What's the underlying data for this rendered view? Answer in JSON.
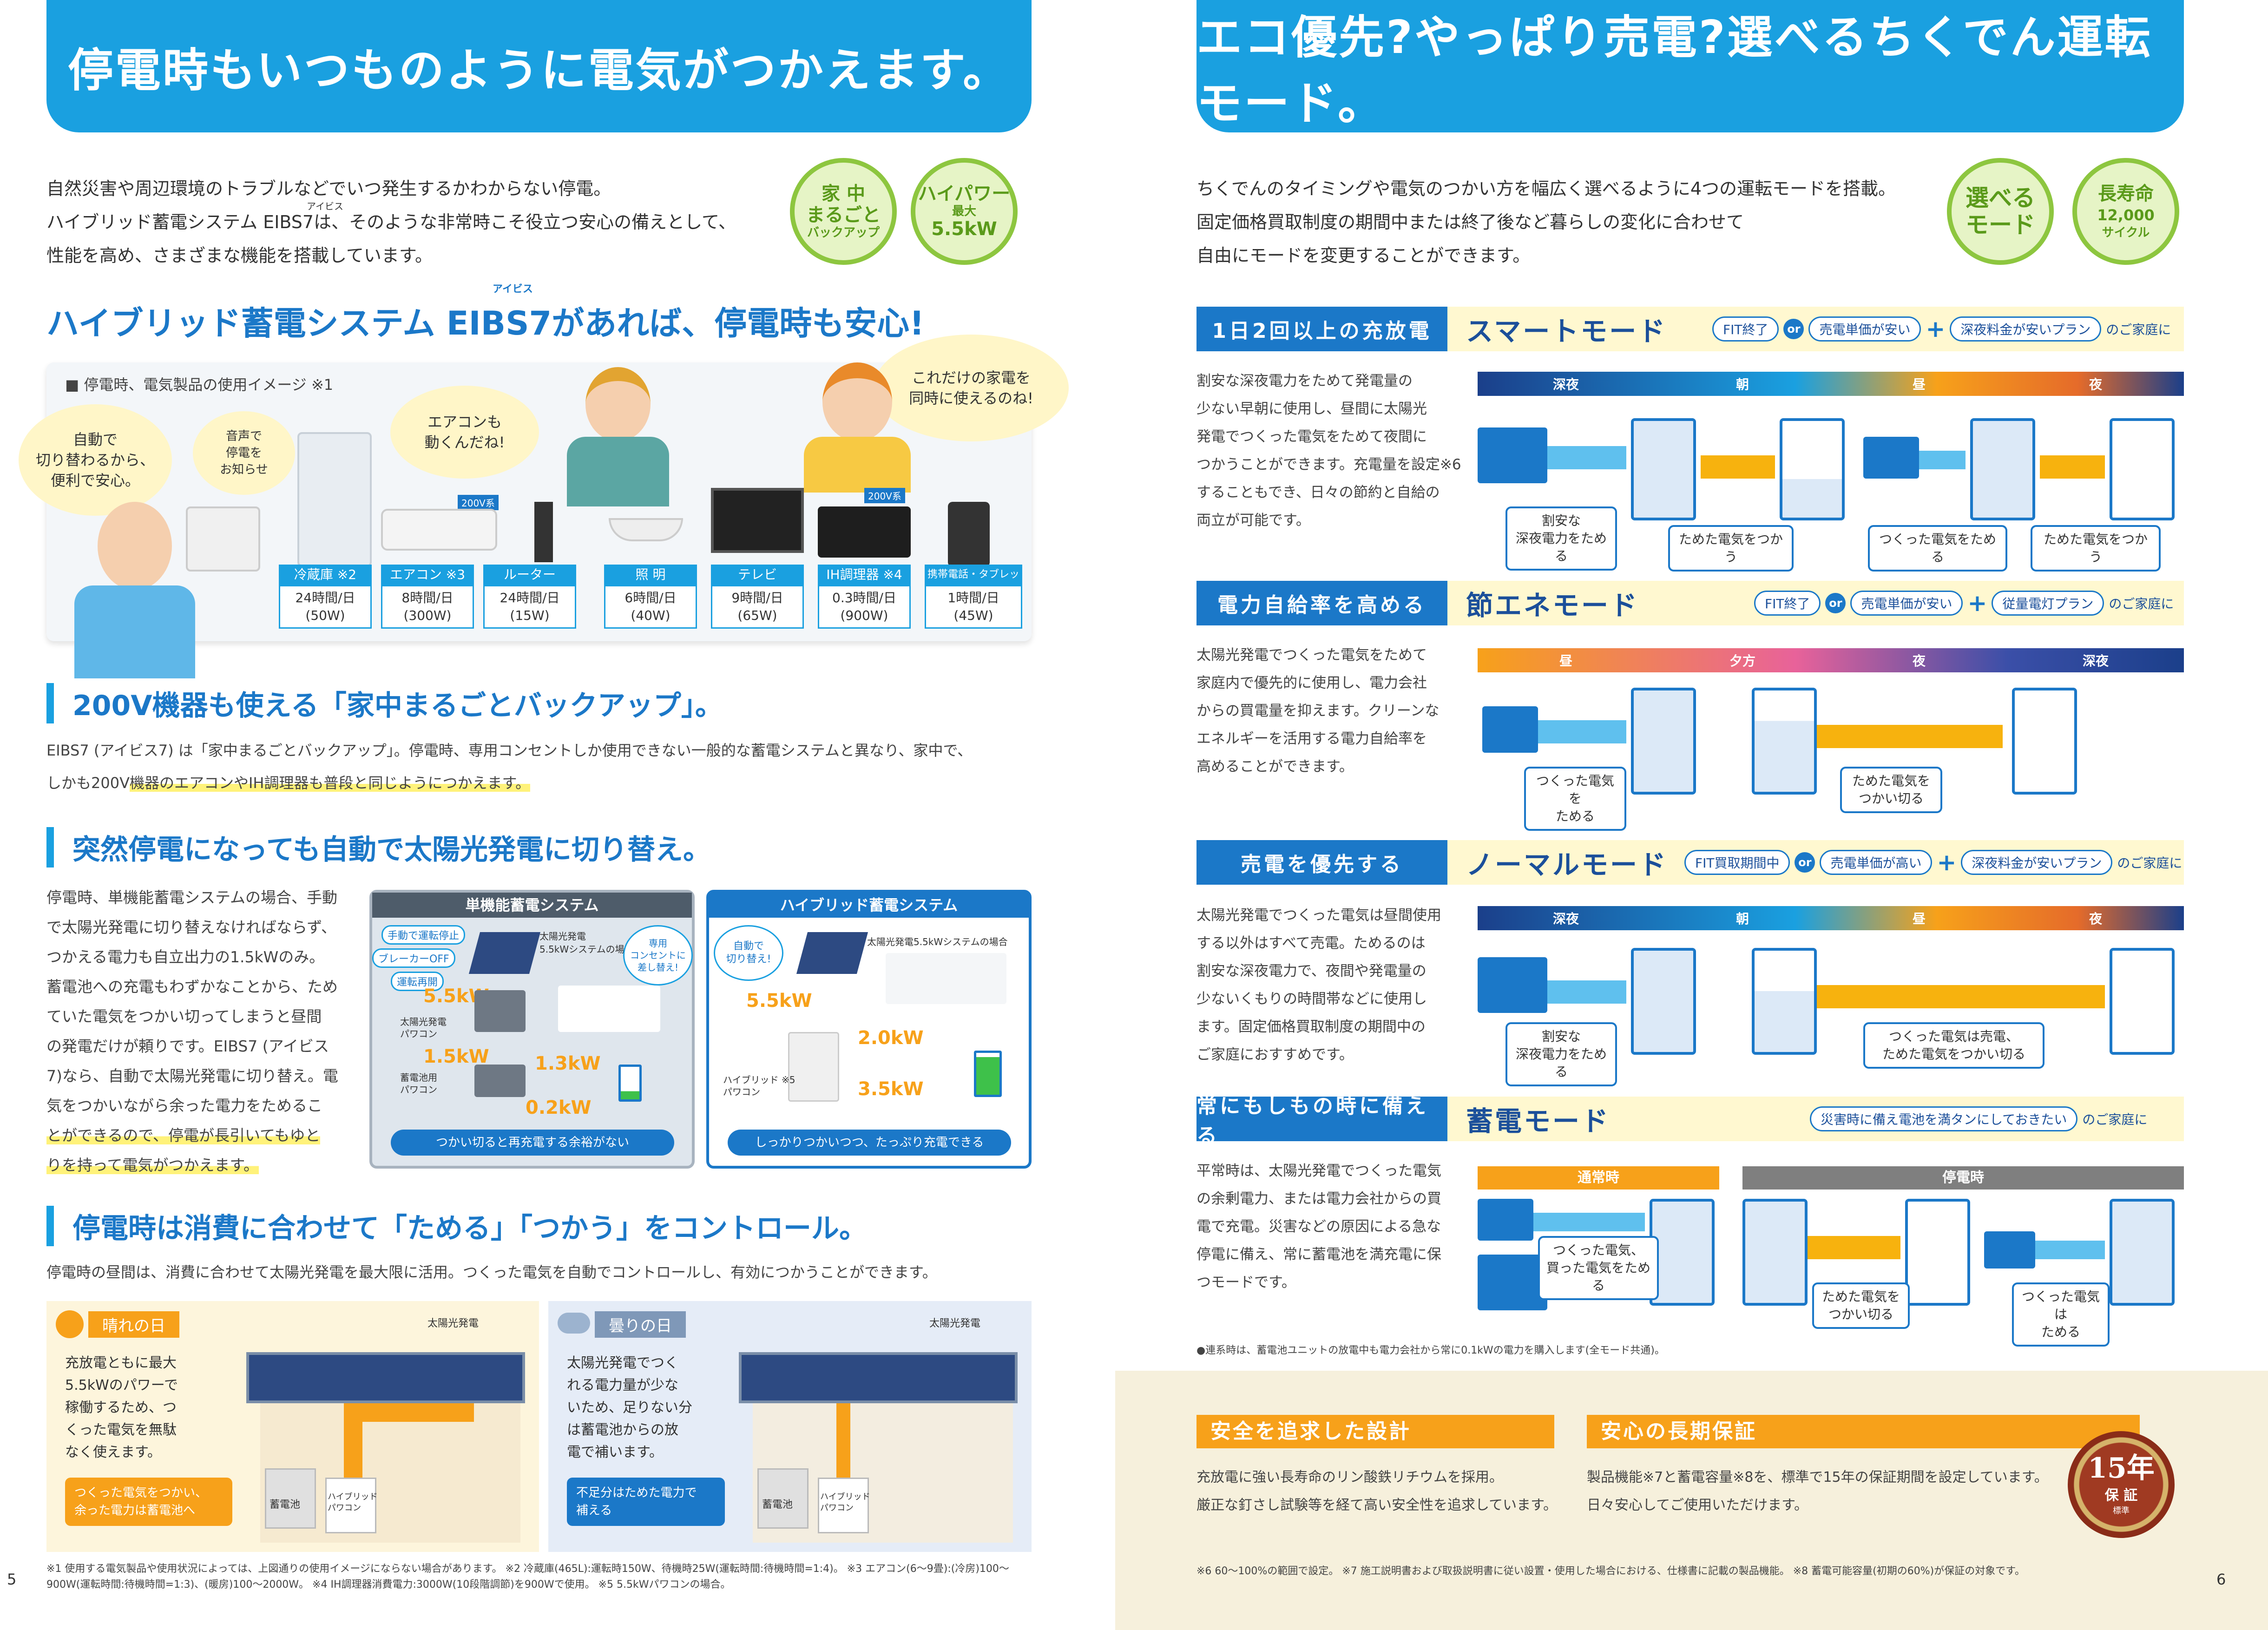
{
  "left": {
    "title": "停電時もいつものように電気がつかえます。",
    "intro": [
      "自然災害や周辺環境のトラブルなどでいつ発生するかわからない停電。",
      "ハイブリッド蓄電システム EIBS7は、そのような非常時こそ役立つ安心の備えとして、",
      "性能を高め、さまざまな機能を搭載しています。"
    ],
    "intro_ruby": "アイビス",
    "badges": [
      {
        "line1": "家 中",
        "line2": "まるごと",
        "line3": "バックアップ"
      },
      {
        "line1": "ハイパワー",
        "line2": "最大",
        "line3": "5.5kW"
      }
    ],
    "headline": "ハイブリッド蓄電システム EIBS7があれば、停電時も安心!",
    "headline_ruby": "アイビス",
    "image_caption": "■ 停電時、電気製品の使用イメージ ※1",
    "bubbles": [
      "自動で\n切り替わるから、\n便利で安心。",
      "音声で\n停電を\nお知らせ",
      "エアコンも\n動くんだね!",
      "これだけの家電を\n同時に使えるのね!"
    ],
    "tag_200v": "200V系",
    "devices": [
      {
        "name": "冷蔵庫 ※2",
        "hours": "24時間/日",
        "watts": "(50W)"
      },
      {
        "name": "エアコン ※3",
        "hours": "8時間/日",
        "watts": "(300W)"
      },
      {
        "name": "ルーター",
        "hours": "24時間/日",
        "watts": "(15W)"
      },
      {
        "name": "照 明",
        "hours": "6時間/日",
        "watts": "(40W)"
      },
      {
        "name": "テレビ",
        "hours": "9時間/日",
        "watts": "(65W)"
      },
      {
        "name": "IH調理器 ※4",
        "hours": "0.3時間/日",
        "watts": "(900W)"
      },
      {
        "name": "携帯電話・タブレット",
        "hours": "1時間/日",
        "watts": "(45W)"
      }
    ],
    "sec1": {
      "heading": "200V機器も使える「家中まるごとバックアップ」。",
      "text1": "EIBS7 (アイビス7) は「家中まるごとバックアップ」。停電時、専用コンセントしか使用できない一般的な蓄電システムと異なり、家中で、",
      "text2a": "しかも200V",
      "text2b": "機器のエアコンやIH調理器も普段と同じようにつかえます。"
    },
    "sec2": {
      "heading": "突然停電になっても自動で太陽光発電に切り替え。",
      "lines": [
        "停電時、単機能蓄電システムの場合、手動",
        "で太陽光発電に切り替えなければならず、",
        "つかえる電力も自立出力の1.5kWのみ。",
        "蓄電池への充電もわずかなことから、ため",
        "ていた電気をつかい切ってしまうと昼間",
        "の発電だけが頼りです。EIBS7 (アイビス",
        "7)なら、自動で太陽光発電に切り替え。電",
        "気をつかいながら余った電力をためるこ",
        "とができるので、停電が長引いてもゆと",
        "りを持って電気がつかえます。"
      ],
      "single": {
        "title": "単機能蓄電システム",
        "tags": [
          "手動で運転停止",
          "ブレーカーOFF",
          "運転再開"
        ],
        "pv_note": "太陽光発電\n5.5kWシステムの場合",
        "sp_bubble": "専用\nコンセントに\n差し替え!",
        "kw1": "5.5kW",
        "pcs1": "太陽光発電\nパワコン",
        "kw2": "1.5kW",
        "kw3": "1.3kW",
        "pcs2": "蓄電池用\nパワコン",
        "kw4": "0.2kW",
        "footer": "つかい切ると再充電する余裕がない"
      },
      "hybrid": {
        "title": "ハイブリッド蓄電システム",
        "bubble": "自動で\n切り替え!",
        "pv_note": "太陽光発電5.5kWシステムの場合",
        "kw1": "5.5kW",
        "kw2": "2.0kW",
        "kw3": "3.5kW",
        "pcs": "ハイブリッド ※5\nパワコン",
        "footer": "しっかりつかいつつ、たっぷり充電できる"
      }
    },
    "sec3": {
      "heading": "停電時は消費に合わせて「ためる」「つかう」をコントロール。",
      "text": "停電時の昼間は、消費に合わせて太陽光発電を最大限に活用。つくった電気を自動でコントロールし、有効につかうことができます。",
      "sunny": {
        "label": "晴れの日",
        "desc": "充放電ともに最大\n5.5kWのパワーで\n稼働するため、つ\nくった電気を無駄\nなく使えます。",
        "box": "つくった電気をつかい、\n余った電力は蓄電池へ",
        "pv_label": "太陽光発電",
        "batt": "蓄電池",
        "pcs": "ハイブリッド\nパワコン"
      },
      "cloudy": {
        "label": "曇りの日",
        "desc": "太陽光発電でつく\nれる電力量が少な\nいため、足りない分\nは蓄電池からの放\n電で補います。",
        "box": "不足分はためた電力で\n補える",
        "pv_label": "太陽光発電",
        "batt": "蓄電池",
        "pcs": "ハイブリッド\nパワコン"
      }
    },
    "footnotes": [
      "※1 使用する電気製品や使用状況によっては、上図通りの使用イメージにならない場合があります。 ※2 冷蔵庫(465L):運転時150W、待機時25W(運転時間:待機時間=1:4)。 ※3 エアコン(6〜9畳):(冷房)100〜",
      "900W(運転時間:待機時間=1:3)、(暖房)100〜2000W。 ※4 IH調理器消費電力:3000W(10段階調節)を900Wで使用。 ※5 5.5kWパワコンの場合。"
    ],
    "page_no": "5"
  },
  "right": {
    "title": "エコ優先?やっぱり売電?選べるちくでん運転モード。",
    "intro": [
      "ちくでんのタイミングや電気のつかい方を幅広く選べるように4つの運転モードを搭載。",
      "固定価格買取制度の期間中または終了後など暮らしの変化に合わせて",
      "自由にモードを変更することができます。"
    ],
    "badges": [
      {
        "line1": "選べる",
        "line2": "モード",
        "line3": ""
      },
      {
        "line1": "長寿命",
        "line2": "12,000",
        "line3": "サイクル"
      }
    ],
    "or_label": "or",
    "plus_label": "+",
    "suffix": "のご家庭に",
    "modes": [
      {
        "tag": "1日2回以上の充放電",
        "name": "スマートモード",
        "cond1": "FIT終了",
        "cond2": "売電単価が安い",
        "cond3": "深夜料金が安いプラン",
        "desc": "割安な深夜電力をためて発電量の\n少ない早朝に使用し、昼間に太陽光\n発電でつくった電気をためて夜間に\nつかうことができます。充電量を設定※6\nすることもでき、日々の節約と自給の\n両立が可能です。",
        "timeline": [
          "深夜",
          "朝",
          "昼",
          "夜"
        ],
        "captions": [
          "割安な\n深夜電力をためる",
          "ためた電気をつかう",
          "つくった電気をためる",
          "ためた電気をつかう"
        ]
      },
      {
        "tag": "電力自給率を高める",
        "name": "節エネモード",
        "cond1": "FIT終了",
        "cond2": "売電単価が安い",
        "cond3": "従量電灯プラン",
        "desc": "太陽光発電でつくった電気をためて\n家庭内で優先的に使用し、電力会社\nからの買電量を抑えます。クリーンな\nエネルギーを活用する電力自給率を\n高めることができます。",
        "timeline": [
          "昼",
          "夕方",
          "夜",
          "深夜"
        ],
        "captions": [
          "つくった電気を\nためる",
          "ためた電気を\nつかい切る"
        ]
      },
      {
        "tag": "売電を優先する",
        "name": "ノーマルモード",
        "cond1": "FIT買取期間中",
        "cond2": "売電単価が高い",
        "cond3": "深夜料金が安いプラン",
        "desc": "太陽光発電でつくった電気は昼間使用\nする以外はすべて売電。ためるのは\n割安な深夜電力で、夜間や発電量の\n少ないくもりの時間帯などに使用し\nます。固定価格買取制度の期間中の\nご家庭におすすめです。",
        "timeline": [
          "深夜",
          "朝",
          "昼",
          "夜"
        ],
        "captions": [
          "割安な\n深夜電力をためる",
          "つくった電気は売電、\nためた電気をつかい切る"
        ]
      },
      {
        "tag": "常にもしもの時に備える",
        "name": "蓄電モード",
        "cond1": "災害時に備え電池を満タンにしておきたい",
        "desc": "平常時は、太陽光発電でつくった電気\nの余剰電力、または電力会社からの買\n電で充電。災害などの原因による急な\n停電に備え、常に蓄電池を満充電に保\nつモードです。",
        "timeline": [
          "通常時",
          "停電時"
        ],
        "captions": [
          "つくった電気、\n買った電気をためる",
          "ためた電気を\nつかい切る",
          "つくった電気は\nためる"
        ]
      }
    ],
    "mode_note": "●連系時は、蓄電池ユニットの放電中も電力会社から常に0.1kWの電力を購入します(全モード共通)。",
    "safety": {
      "heading": "安全を追求した設計",
      "text1": "充放電に強い長寿命のリン酸鉄リチウムを採用。",
      "text2": "厳正な釘さし試験等を経て高い安全性を追求しています。"
    },
    "warranty": {
      "heading": "安心の長期保証",
      "text1": "製品機能※7と蓄電容量※8を、標準で15年の保証期間を設定しています。",
      "text2": "日々安心してご使用いただけます。",
      "seal_year": "15年",
      "seal_sub": "保 証",
      "seal_std": "標準"
    },
    "footnote": "※6 60〜100%の範囲で設定。 ※7 施工説明書および取扱説明書に従い設置・使用した場合における、仕様書に記載の製品機能。 ※8 蓄電可能容量(初期の60%)が保証の対象です。",
    "page_no": "6"
  },
  "colors": {
    "primary_blue": "#1aa0e0",
    "dark_blue": "#1b78c8",
    "green": "#8dc63f",
    "orange": "#f7a11a",
    "yellow": "#fff27a"
  }
}
